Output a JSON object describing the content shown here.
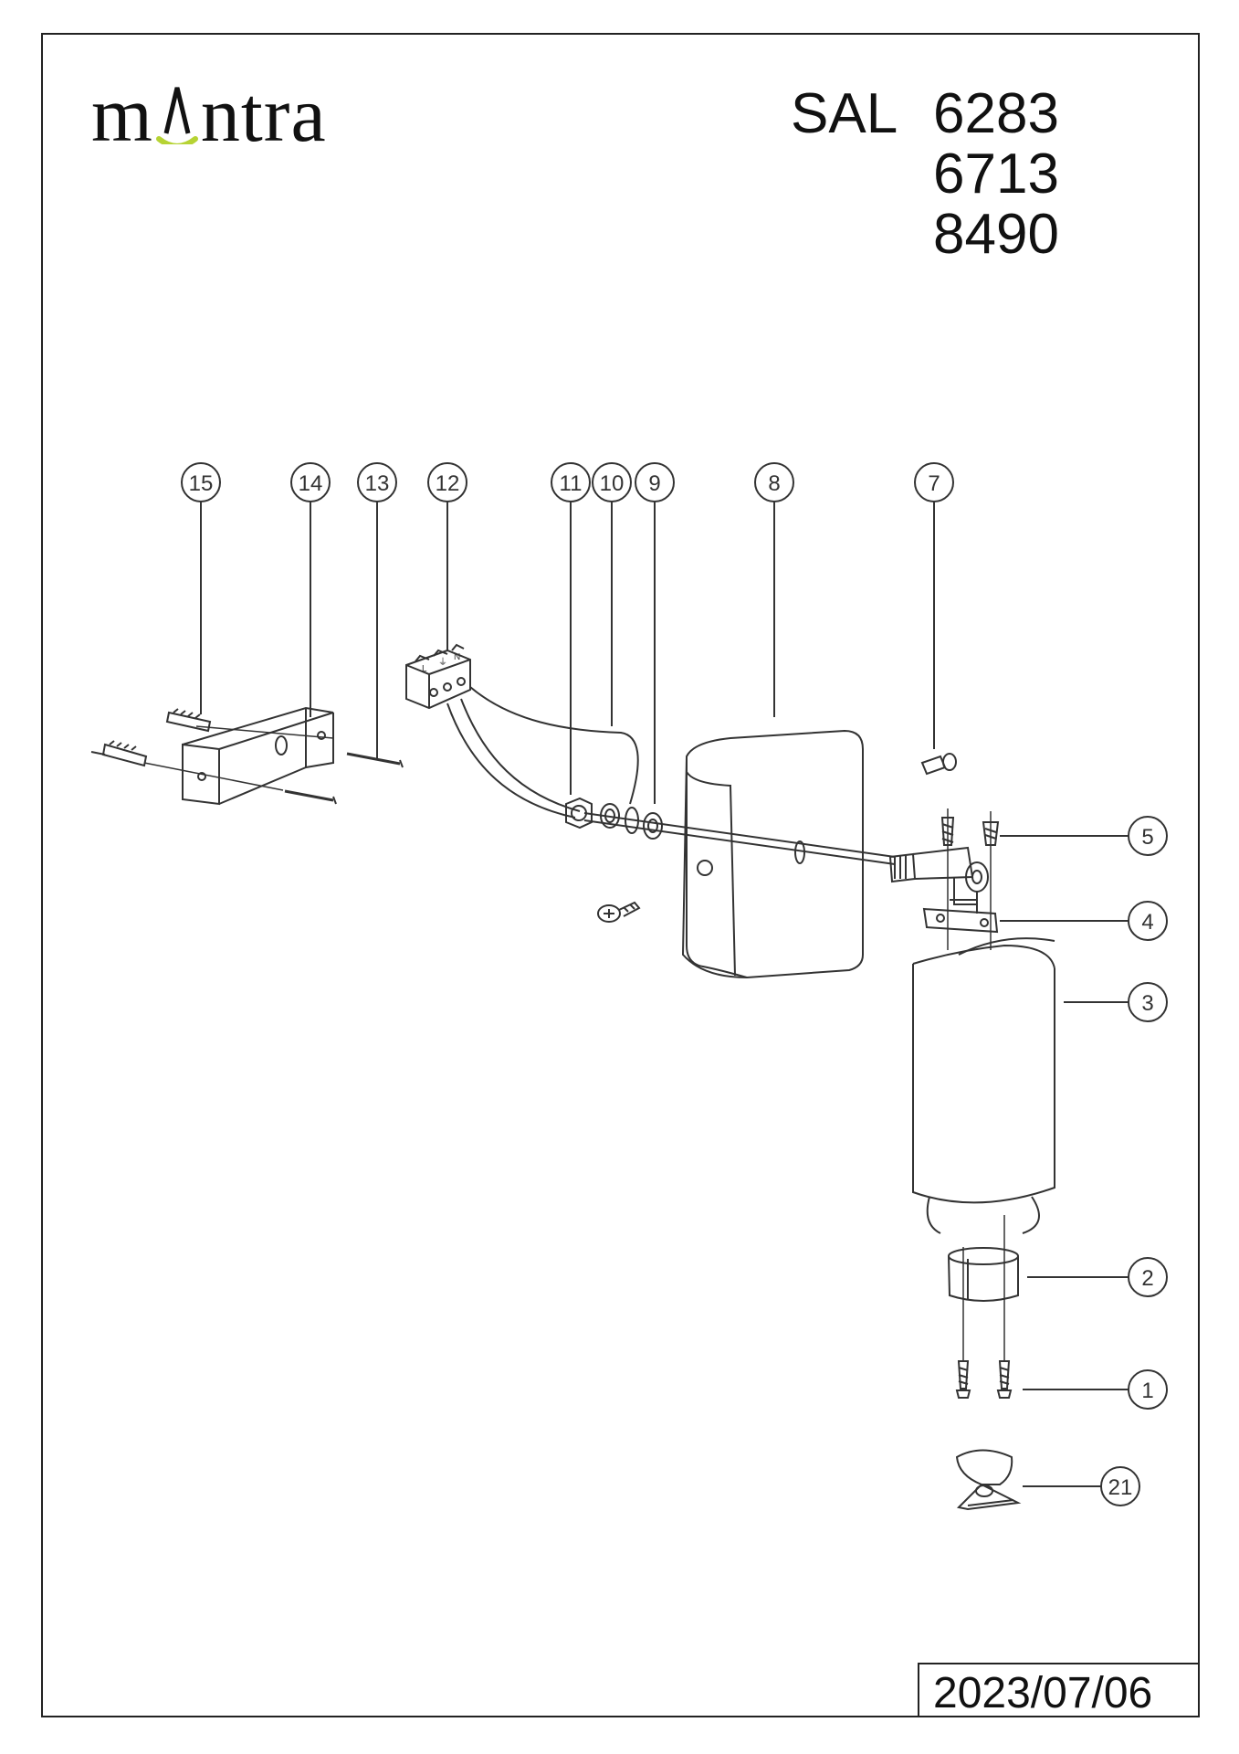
{
  "header": {
    "brand": "mantra",
    "series": "SAL",
    "models": [
      "6283",
      "6713",
      "8490"
    ]
  },
  "footer": {
    "date": "2023/07/06"
  },
  "callouts": [
    "1",
    "2",
    "3",
    "4",
    "5",
    "7",
    "8",
    "9",
    "10",
    "11",
    "12",
    "13",
    "14",
    "15",
    "21"
  ],
  "terminal_labels": [
    "L",
    "⏚",
    "N"
  ],
  "colors": {
    "line": "#333333",
    "accent": "#b6d334"
  }
}
